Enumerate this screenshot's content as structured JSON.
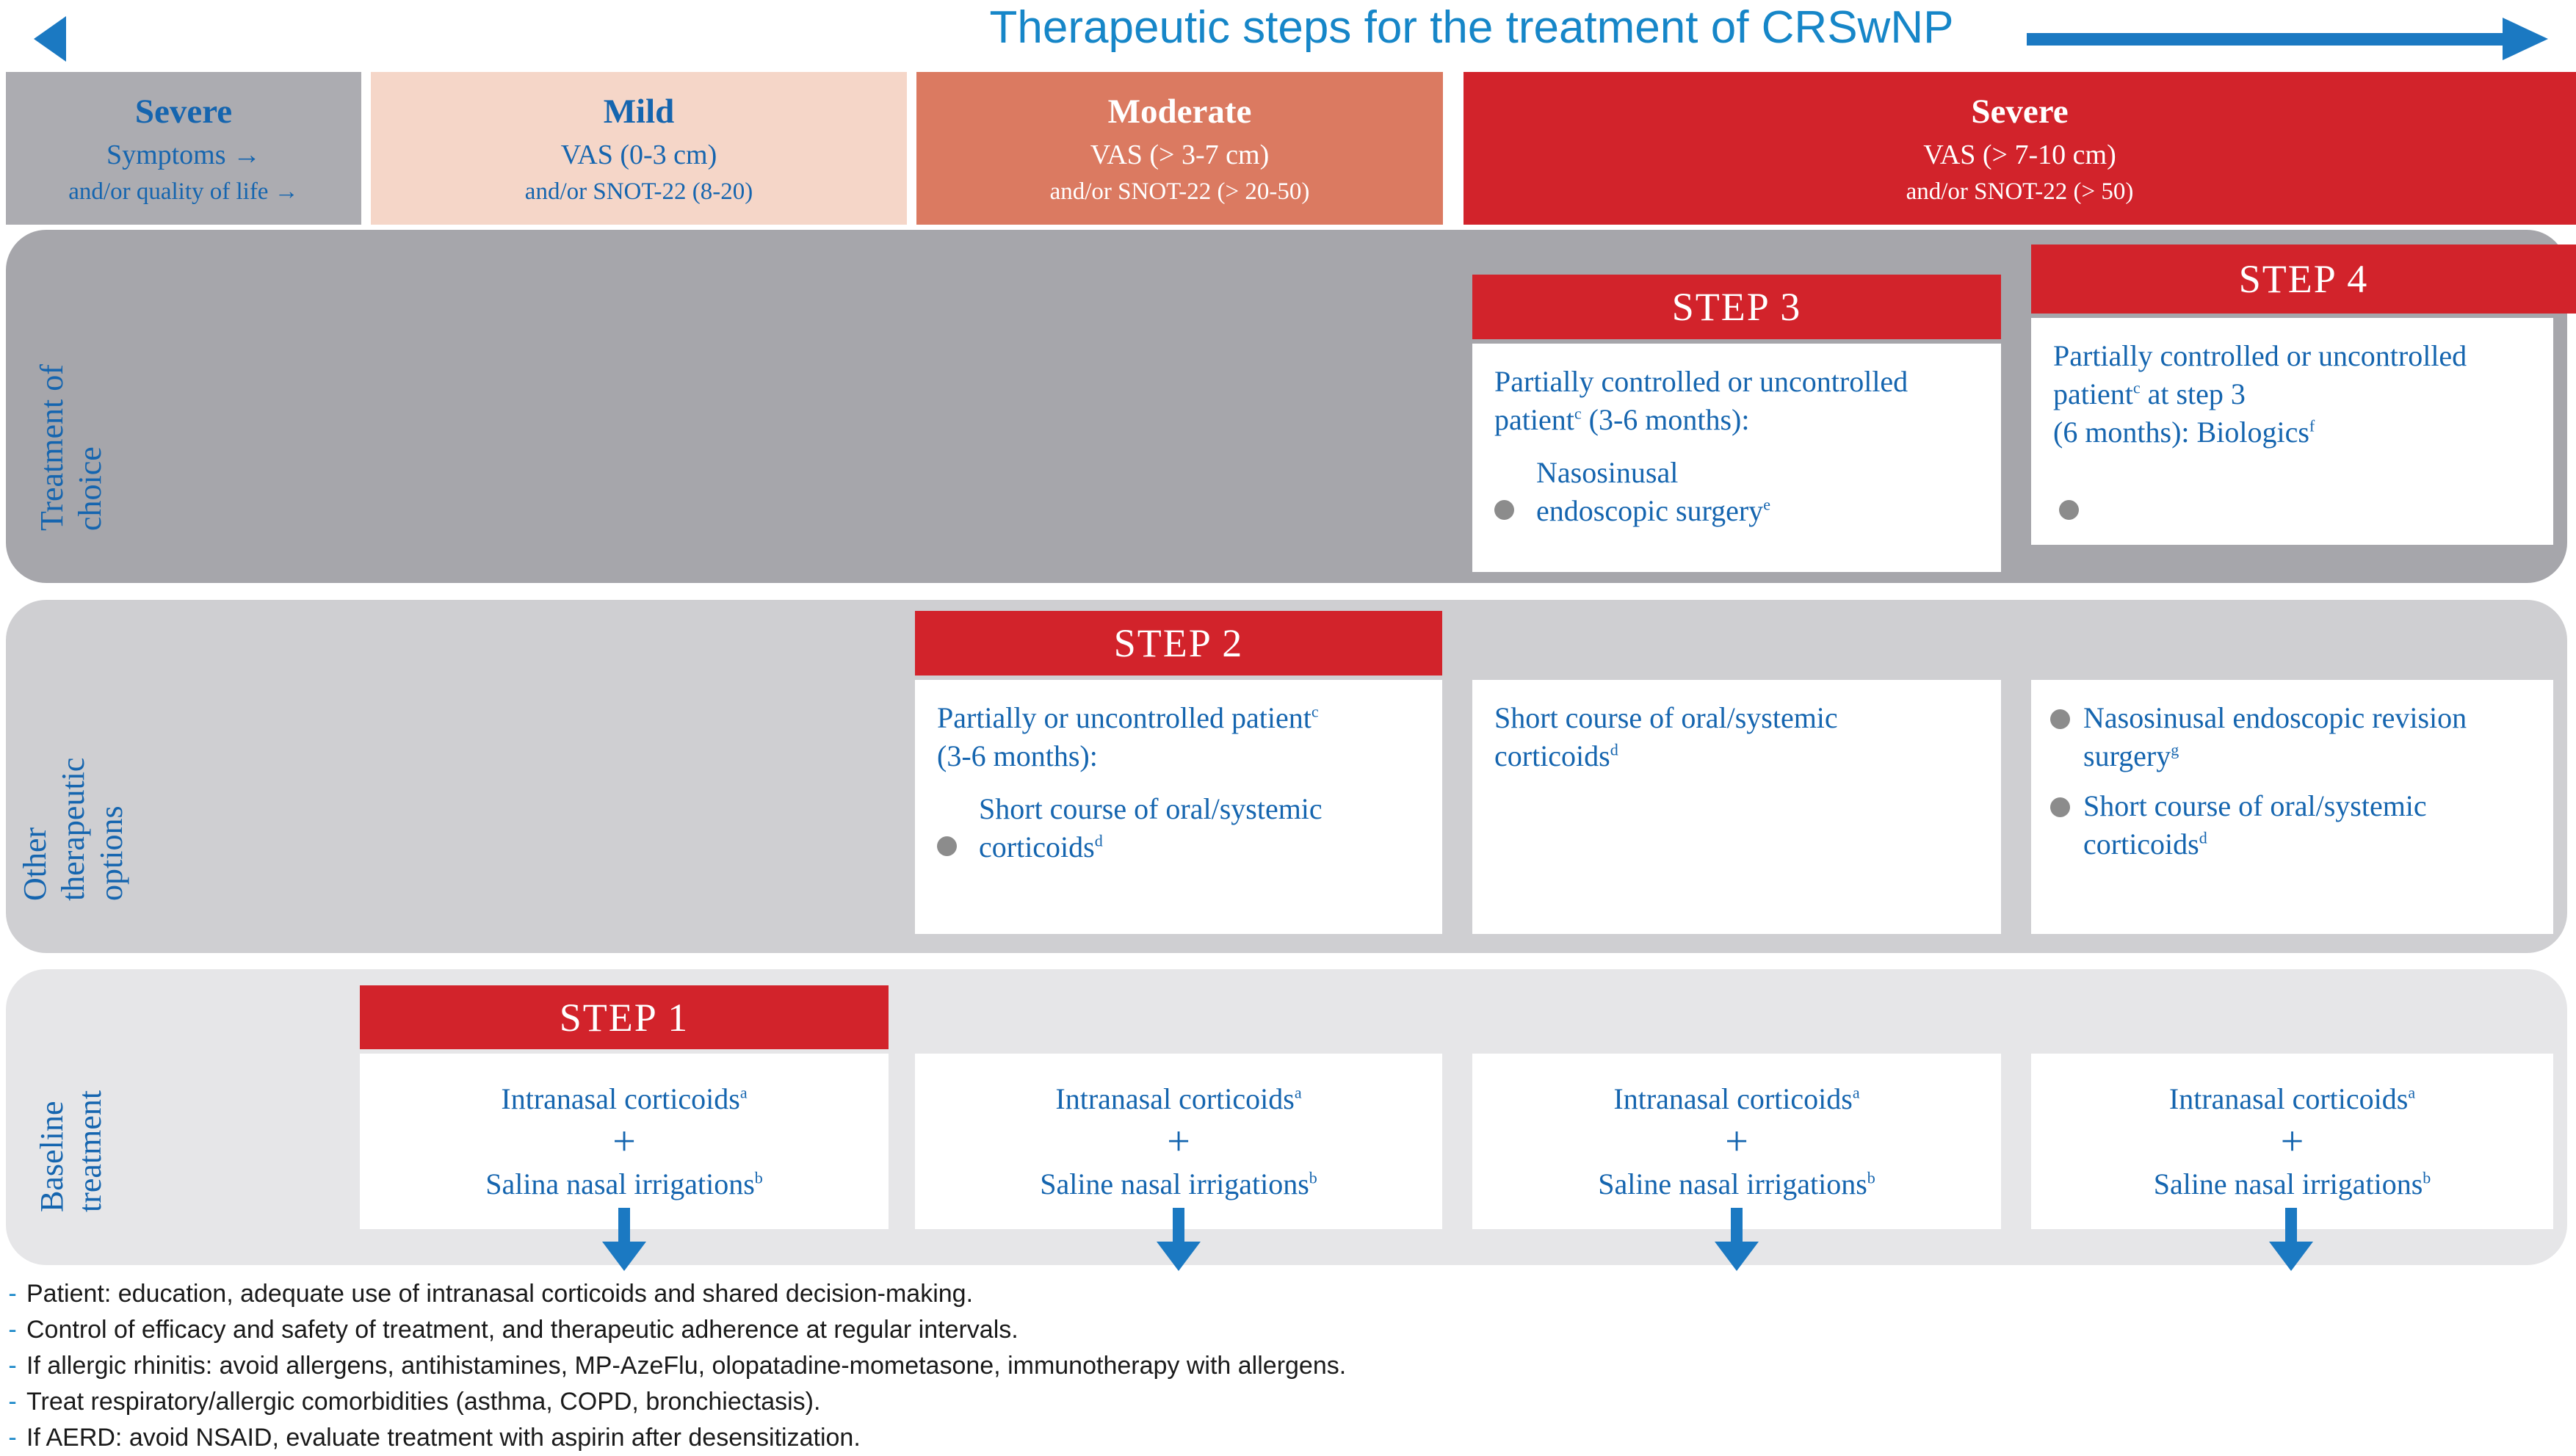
{
  "title": {
    "text": "Therapeutic steps for the treatment of CRSwNP"
  },
  "colors": {
    "title_blue": "#1686C8",
    "text_blue": "#1565AF",
    "red": "#D2232B",
    "salmon": "#DB7A61",
    "peach": "#F5D6C8",
    "gray_header": "#ACACB1",
    "band1": "#A6A6AB",
    "band2": "#CFCFD2",
    "band3": "#E6E6E8",
    "bullet_gray": "#8C8C8C",
    "arrow_blue": "#1B79C2",
    "footnote_text": "#1A1A1A"
  },
  "icons": {
    "left_triangle": "left-triangle-icon",
    "right_arrow": "right-arrow-icon",
    "down_arrow": "down-arrow-icon"
  },
  "severity_axis": {
    "title": "Severe",
    "line2": "Symptoms →",
    "line3": "and/or quality of life →"
  },
  "severity_levels": [
    {
      "name": "Mild",
      "vas": "VAS (0-3 cm)",
      "snot": "and/or SNOT-22 (8-20)"
    },
    {
      "name": "Moderate",
      "vas": "VAS (> 3-7 cm)",
      "snot": "and/or SNOT-22 (> 20-50)"
    },
    {
      "name": "Severe",
      "vas": "VAS (> 7-10 cm)",
      "snot": "and/or SNOT-22 (> 50)"
    }
  ],
  "row_labels": {
    "choice": [
      "Treatment of",
      "choice"
    ],
    "other": [
      "Other",
      "therapeutic",
      "options"
    ],
    "baseline": [
      "Baseline",
      "treatment"
    ]
  },
  "steps": {
    "step1": {
      "title": "STEP 1"
    },
    "step2": {
      "title": "STEP 2",
      "intro": [
        {
          "t": "Partially or uncontrolled patient"
        },
        {
          "s": "c"
        },
        {
          "br": true
        },
        {
          "t": "(3-6 months):"
        }
      ],
      "bullet": [
        {
          "t": "Short course of oral/systemic"
        },
        {
          "br": true
        },
        {
          "t": "corticoids"
        },
        {
          "s": "d"
        }
      ]
    },
    "step3": {
      "title": "STEP 3",
      "intro": [
        {
          "t": "Partially controlled or uncontrolled patient"
        },
        {
          "s": "c"
        },
        {
          "t": " (3-6 months):"
        }
      ],
      "bullet": [
        {
          "t": "Nasosinusal"
        },
        {
          "br": true
        },
        {
          "t": "endoscopic surgery"
        },
        {
          "s": "e"
        }
      ]
    },
    "step4": {
      "title": "STEP 4",
      "intro": [
        {
          "t": "Partially controlled or uncontrolled patient"
        },
        {
          "s": "c"
        },
        {
          "t": " at step 3"
        },
        {
          "br": true
        },
        {
          "t": "(6 months): Biologics"
        },
        {
          "s": "f"
        }
      ]
    }
  },
  "other_options": {
    "moderate": [
      {
        "t": "Short course of oral/systemic"
      },
      {
        "br": true
      },
      {
        "t": "corticoids"
      },
      {
        "s": "d"
      }
    ],
    "severe_bullet1": [
      {
        "t": "Nasosinusal endoscopic revision"
      },
      {
        "br": true
      },
      {
        "t": "surgery"
      },
      {
        "s": "g"
      }
    ],
    "severe_bullet2": [
      {
        "t": "Short course of oral/systemic"
      },
      {
        "br": true
      },
      {
        "t": "corticoids"
      },
      {
        "s": "d"
      }
    ]
  },
  "baseline": {
    "plus": "+",
    "boxes": [
      {
        "line1": [
          {
            "t": "Intranasal corticoids"
          },
          {
            "s": "a"
          }
        ],
        "line2": [
          {
            "t": "Salina nasal irrigations"
          },
          {
            "s": "b"
          }
        ]
      },
      {
        "line1": [
          {
            "t": "Intranasal corticoids"
          },
          {
            "s": "a"
          }
        ],
        "line2": [
          {
            "t": "Saline nasal irrigations"
          },
          {
            "s": "b"
          }
        ]
      },
      {
        "line1": [
          {
            "t": "Intranasal corticoids"
          },
          {
            "s": "a"
          }
        ],
        "line2": [
          {
            "t": "Saline nasal irrigations"
          },
          {
            "s": "b"
          }
        ]
      },
      {
        "line1": [
          {
            "t": "Intranasal corticoids"
          },
          {
            "s": "a"
          }
        ],
        "line2": [
          {
            "t": "Saline nasal irrigations"
          },
          {
            "s": "b"
          }
        ]
      }
    ]
  },
  "footnotes": {
    "bullet": "-",
    "items": [
      "Patient: education, adequate use of intranasal corticoids and shared decision-making.",
      "Control of efficacy and safety of treatment, and therapeutic adherence at regular intervals.",
      "If allergic rhinitis: avoid allergens, antihistamines, MP-AzeFlu, olopatadine-mometasone, immunotherapy with allergens.",
      "Treat respiratory/allergic comorbidities (asthma, COPD, bronchiectasis).",
      "If AERD: avoid NSAID, evaluate treatment with aspirin after desensitization."
    ]
  }
}
